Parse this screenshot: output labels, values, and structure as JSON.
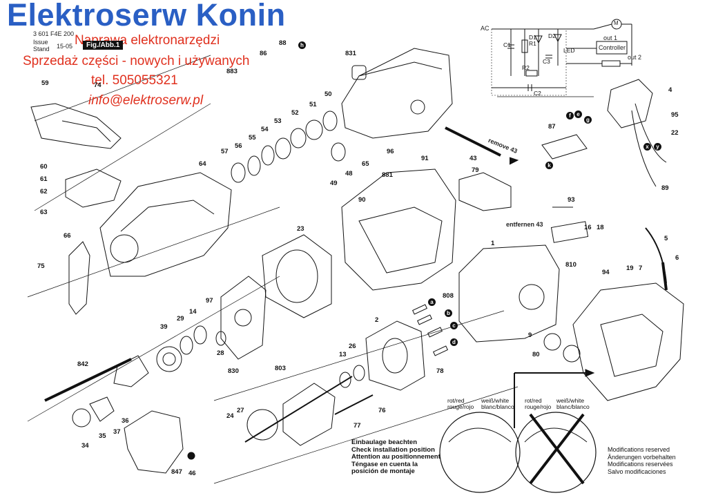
{
  "header": {
    "brand": "Elektroserw Konin",
    "service_line": "Naprawa elektronarzędzi",
    "sales_line": "Sprzedaż części - nowych i używanych",
    "phone_line": "tel. 505055321",
    "email_line": "info@elektroserw.pl"
  },
  "doc_info": {
    "part_no": "3 601 F4E 200",
    "issue_label": "Issue",
    "stand_label": "Stand",
    "date": "15-05",
    "fig_label": "Fig./Abb.1"
  },
  "circuit": {
    "ac_label": "AC",
    "components": [
      "C1",
      "R1",
      "D1",
      "D2",
      "LED",
      "C3",
      "R2",
      "C2"
    ],
    "motor_symbol": "M",
    "out1": "out 1",
    "controller": "Controller",
    "out2": "out 2"
  },
  "part_numbers": [
    "59",
    "74",
    "86",
    "88",
    "831",
    "883",
    "60",
    "61",
    "62",
    "63",
    "75",
    "64",
    "57",
    "56",
    "55",
    "54",
    "53",
    "52",
    "51",
    "50",
    "49",
    "48",
    "65",
    "96",
    "91",
    "43",
    "66",
    "23",
    "97",
    "14",
    "29",
    "39",
    "28",
    "830",
    "842",
    "37",
    "36",
    "35",
    "34",
    "847",
    "46",
    "803",
    "24",
    "27",
    "13",
    "26",
    "2",
    "77",
    "76",
    "881",
    "90",
    "79",
    "87",
    "4",
    "95",
    "22",
    "89",
    "93",
    "16",
    "18",
    "810",
    "94",
    "19",
    "7",
    "5",
    "6",
    "1",
    "808",
    "9",
    "80",
    "78"
  ],
  "notes": {
    "remove_43": "remove 43",
    "entfernen_43": "entfernen 43",
    "install": [
      "Einbaulage beachten",
      "Check installation position",
      "Attention au positionnement",
      "Téngase en cuenta la",
      "posición de montaje"
    ],
    "modifications": [
      "Modifications reserved",
      "Änderungen vorbehalten",
      "Modifications reservées",
      "Salvo modificaciones"
    ],
    "wire_left": [
      "rot/red",
      "rouge/rojo"
    ],
    "wire_right": [
      "weiß/white",
      "blanc/blanco"
    ]
  },
  "connectors": [
    "a",
    "b",
    "c",
    "d",
    "e",
    "f",
    "g",
    "h",
    "k",
    "x",
    "y"
  ],
  "colors": {
    "brand": "#2a5fc4",
    "overlay_red": "#e0301e",
    "ink": "#111111"
  }
}
